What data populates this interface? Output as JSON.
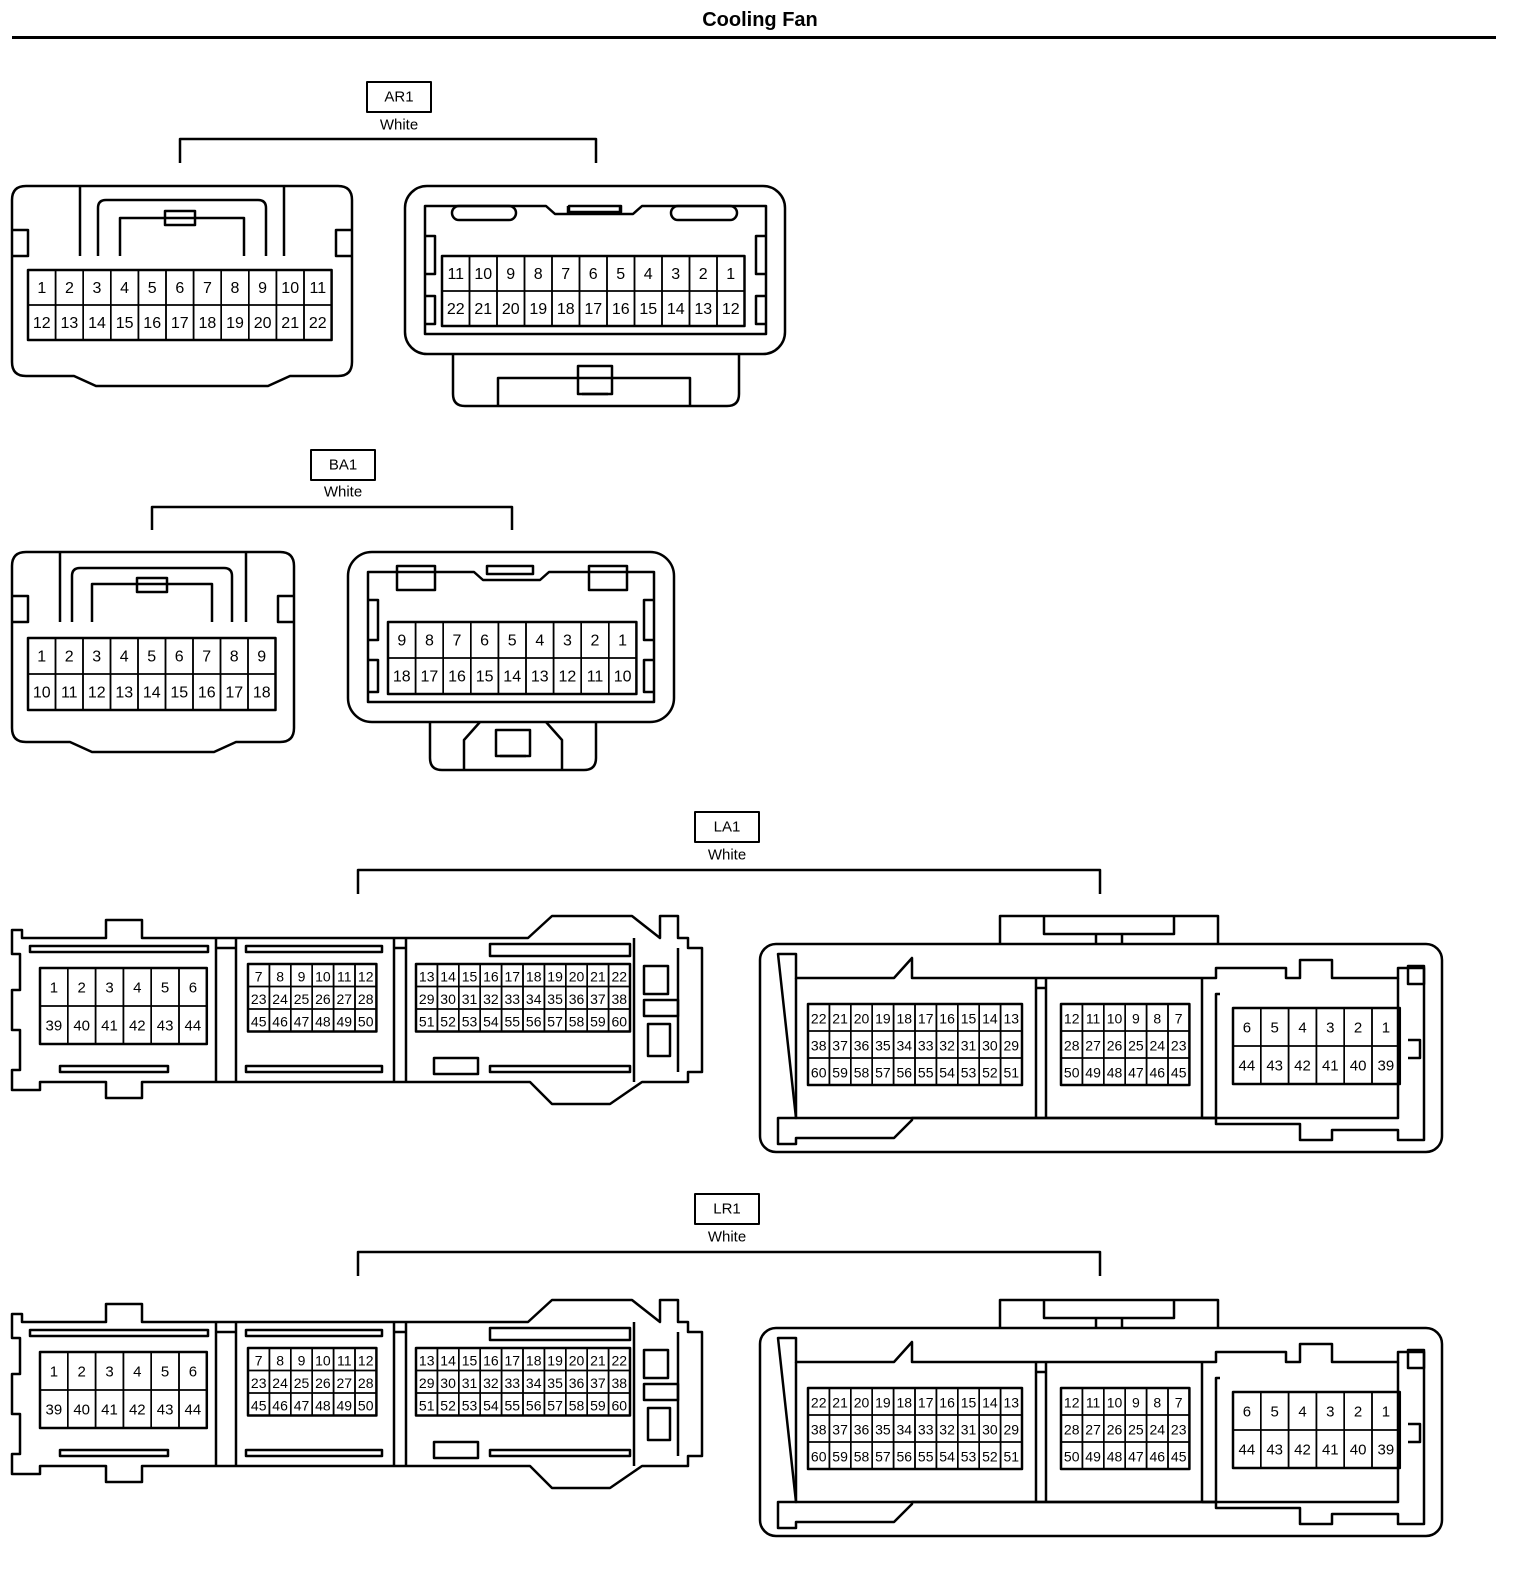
{
  "page": {
    "title": "Cooling Fan"
  },
  "connectors": [
    {
      "id": "AR1",
      "color": "White",
      "views": [
        {
          "rows": [
            [
              "1",
              "2",
              "3",
              "4",
              "5",
              "6",
              "7",
              "8",
              "9",
              "10",
              "11"
            ],
            [
              "12",
              "13",
              "14",
              "15",
              "16",
              "17",
              "18",
              "19",
              "20",
              "21",
              "22"
            ]
          ]
        },
        {
          "rows": [
            [
              "11",
              "10",
              "9",
              "8",
              "7",
              "6",
              "5",
              "4",
              "3",
              "2",
              "1"
            ],
            [
              "22",
              "21",
              "20",
              "19",
              "18",
              "17",
              "16",
              "15",
              "14",
              "13",
              "12"
            ]
          ]
        }
      ]
    },
    {
      "id": "BA1",
      "color": "White",
      "views": [
        {
          "rows": [
            [
              "1",
              "2",
              "3",
              "4",
              "5",
              "6",
              "7",
              "8",
              "9"
            ],
            [
              "10",
              "11",
              "12",
              "13",
              "14",
              "15",
              "16",
              "17",
              "18"
            ]
          ]
        },
        {
          "rows": [
            [
              "9",
              "8",
              "7",
              "6",
              "5",
              "4",
              "3",
              "2",
              "1"
            ],
            [
              "18",
              "17",
              "16",
              "15",
              "14",
              "13",
              "12",
              "11",
              "10"
            ]
          ]
        }
      ]
    },
    {
      "id": "LA1",
      "color": "White",
      "views": [
        {
          "blocks": [
            {
              "rows": [
                [
                  "1",
                  "2",
                  "3",
                  "4",
                  "5",
                  "6"
                ],
                [
                  "39",
                  "40",
                  "41",
                  "42",
                  "43",
                  "44"
                ]
              ]
            },
            {
              "rows": [
                [
                  "7",
                  "8",
                  "9",
                  "10",
                  "11",
                  "12"
                ],
                [
                  "23",
                  "24",
                  "25",
                  "26",
                  "27",
                  "28"
                ],
                [
                  "45",
                  "46",
                  "47",
                  "48",
                  "49",
                  "50"
                ]
              ]
            },
            {
              "rows": [
                [
                  "13",
                  "14",
                  "15",
                  "16",
                  "17",
                  "18",
                  "19",
                  "20",
                  "21",
                  "22"
                ],
                [
                  "29",
                  "30",
                  "31",
                  "32",
                  "33",
                  "34",
                  "35",
                  "36",
                  "37",
                  "38"
                ],
                [
                  "51",
                  "52",
                  "53",
                  "54",
                  "55",
                  "56",
                  "57",
                  "58",
                  "59",
                  "60"
                ]
              ]
            }
          ]
        },
        {
          "blocks": [
            {
              "rows": [
                [
                  "22",
                  "21",
                  "20",
                  "19",
                  "18",
                  "17",
                  "16",
                  "15",
                  "14",
                  "13"
                ],
                [
                  "38",
                  "37",
                  "36",
                  "35",
                  "34",
                  "33",
                  "32",
                  "31",
                  "30",
                  "29"
                ],
                [
                  "60",
                  "59",
                  "58",
                  "57",
                  "56",
                  "55",
                  "54",
                  "53",
                  "52",
                  "51"
                ]
              ]
            },
            {
              "rows": [
                [
                  "12",
                  "11",
                  "10",
                  "9",
                  "8",
                  "7"
                ],
                [
                  "28",
                  "27",
                  "26",
                  "25",
                  "24",
                  "23"
                ],
                [
                  "50",
                  "49",
                  "48",
                  "47",
                  "46",
                  "45"
                ]
              ]
            },
            {
              "rows": [
                [
                  "6",
                  "5",
                  "4",
                  "3",
                  "2",
                  "1"
                ],
                [
                  "44",
                  "43",
                  "42",
                  "41",
                  "40",
                  "39"
                ]
              ]
            }
          ]
        }
      ]
    },
    {
      "id": "LR1",
      "color": "White",
      "views": [
        {
          "blocks": [
            {
              "rows": [
                [
                  "1",
                  "2",
                  "3",
                  "4",
                  "5",
                  "6"
                ],
                [
                  "39",
                  "40",
                  "41",
                  "42",
                  "43",
                  "44"
                ]
              ]
            },
            {
              "rows": [
                [
                  "7",
                  "8",
                  "9",
                  "10",
                  "11",
                  "12"
                ],
                [
                  "23",
                  "24",
                  "25",
                  "26",
                  "27",
                  "28"
                ],
                [
                  "45",
                  "46",
                  "47",
                  "48",
                  "49",
                  "50"
                ]
              ]
            },
            {
              "rows": [
                [
                  "13",
                  "14",
                  "15",
                  "16",
                  "17",
                  "18",
                  "19",
                  "20",
                  "21",
                  "22"
                ],
                [
                  "29",
                  "30",
                  "31",
                  "32",
                  "33",
                  "34",
                  "35",
                  "36",
                  "37",
                  "38"
                ],
                [
                  "51",
                  "52",
                  "53",
                  "54",
                  "55",
                  "56",
                  "57",
                  "58",
                  "59",
                  "60"
                ]
              ]
            }
          ]
        },
        {
          "blocks": [
            {
              "rows": [
                [
                  "22",
                  "21",
                  "20",
                  "19",
                  "18",
                  "17",
                  "16",
                  "15",
                  "14",
                  "13"
                ],
                [
                  "38",
                  "37",
                  "36",
                  "35",
                  "34",
                  "33",
                  "32",
                  "31",
                  "30",
                  "29"
                ],
                [
                  "60",
                  "59",
                  "58",
                  "57",
                  "56",
                  "55",
                  "54",
                  "53",
                  "52",
                  "51"
                ]
              ]
            },
            {
              "rows": [
                [
                  "12",
                  "11",
                  "10",
                  "9",
                  "8",
                  "7"
                ],
                [
                  "28",
                  "27",
                  "26",
                  "25",
                  "24",
                  "23"
                ],
                [
                  "50",
                  "49",
                  "48",
                  "47",
                  "46",
                  "45"
                ]
              ]
            },
            {
              "rows": [
                [
                  "6",
                  "5",
                  "4",
                  "3",
                  "2",
                  "1"
                ],
                [
                  "44",
                  "43",
                  "42",
                  "41",
                  "40",
                  "39"
                ]
              ]
            }
          ]
        }
      ]
    }
  ]
}
